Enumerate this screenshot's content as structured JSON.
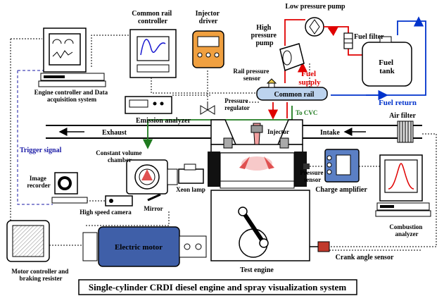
{
  "diagram": {
    "title": "Single-cylinder CRDI diesel engine and spray visualization system",
    "labels": {
      "common_rail_controller": [
        "Common rail",
        "controller"
      ],
      "injector_driver": [
        "Injector",
        "driver"
      ],
      "low_pressure_pump": "Low pressure pump",
      "high_pressure_pump": [
        "High",
        "pressure",
        "pump"
      ],
      "fuel_filter": "Fuel filter",
      "fuel_tank": [
        "Fuel",
        "tank"
      ],
      "fuel_supply": [
        "Fuel",
        "supply"
      ],
      "fuel_return": "Fuel return",
      "rail_pressure_sensor": [
        "Rail pressure",
        "sensor"
      ],
      "common_rail": "Common rail",
      "pressure_regulator": [
        "Pressure",
        "regulator"
      ],
      "to_cvc": "To CVC",
      "engine_controller": [
        "Engine controller and Data",
        "acquisition system"
      ],
      "emission_analyzer": "Emission analyzer",
      "exhaust": "Exhaust",
      "intake": "Intake",
      "air_filter": "Air filter",
      "injector": "Injector",
      "trigger_signal": "Trigger signal",
      "constant_volume_chamber": [
        "Constant volume",
        "chamber"
      ],
      "image_recorder": [
        "Image",
        "recorder"
      ],
      "xeon_lamp": "Xeon lamp",
      "high_speed_camera": "High speed camera",
      "mirror": "Mirror",
      "pressure_sensor": [
        "Pressure",
        "sensor"
      ],
      "charge_amplifier": "Charge amplifier",
      "combustion_analyzer": [
        "Combustion",
        "analyzer"
      ],
      "motor_controller": [
        "Motor controller and",
        "braking resister"
      ],
      "electric_motor": "Electric motor",
      "test_engine": "Test engine",
      "crank_angle_sensor": "Crank angle sensor"
    },
    "colors": {
      "fuel_supply_line": "#e00000",
      "fuel_return_line": "#0033cc",
      "cvc_line": "#1f7a1f",
      "trigger_line": "#1a1aa6",
      "rail_fill": "#bcd3ee",
      "motor_fill": "#3f5fa8",
      "spray": "#e05050"
    }
  }
}
